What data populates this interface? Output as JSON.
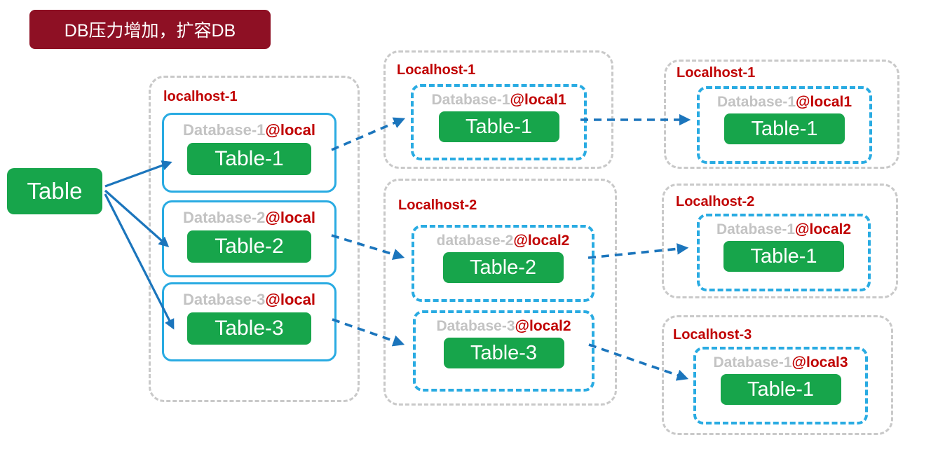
{
  "banner": {
    "text": "DB压力增加，扩容DB"
  },
  "source_table": {
    "label": "Table"
  },
  "colors": {
    "banner_bg": "#8E1024",
    "green": "#17A54B",
    "blue_border": "#29ABE2",
    "arrow_blue": "#1B75BC",
    "gray_border": "#C9C9C9",
    "red_text": "#C00000",
    "gray_text": "#C3C3C3"
  },
  "left_host": {
    "label": "localhost-1",
    "databases": [
      {
        "name": "Database-1",
        "at": "@local",
        "table": "Table-1"
      },
      {
        "name": "Database-2",
        "at": "@local",
        "table": "Table-2"
      },
      {
        "name": "Database-3",
        "at": "@local",
        "table": "Table-3"
      }
    ]
  },
  "middle_hosts": [
    {
      "label": "Localhost-1",
      "databases": [
        {
          "name": "Database-1",
          "at": "@local1",
          "table": "Table-1"
        }
      ]
    },
    {
      "label": "Localhost-2",
      "databases": [
        {
          "name": "database-2",
          "at": "@local2",
          "table": "Table-2"
        },
        {
          "name": "Database-3",
          "at": "@local2",
          "table": "Table-3"
        }
      ]
    }
  ],
  "right_hosts": [
    {
      "label": "Localhost-1",
      "databases": [
        {
          "name": "Database-1",
          "at": "@local1",
          "table": "Table-1"
        }
      ]
    },
    {
      "label": "Localhost-2",
      "databases": [
        {
          "name": "Database-1",
          "at": "@local2",
          "table": "Table-1"
        }
      ]
    },
    {
      "label": "Localhost-3",
      "databases": [
        {
          "name": "Database-1",
          "at": "@local3",
          "table": "Table-1"
        }
      ]
    }
  ]
}
